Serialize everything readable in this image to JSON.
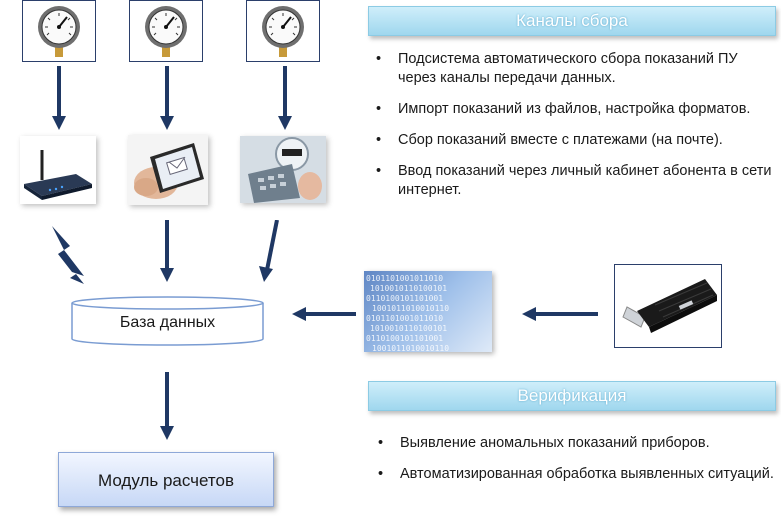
{
  "channels": {
    "header": "Каналы сбора",
    "bullet_symbol": "•",
    "items": [
      "Подсистема автоматического сбора показаний ПУ через каналы передачи данных.",
      "Импорт показаний из файлов, настройка форматов.",
      "Сбор показаний вместе с платежами (на почте).",
      "Ввод показаний через личный кабинет абонента в сети интернет."
    ]
  },
  "database": {
    "label": "База данных"
  },
  "module": {
    "label": "Модуль расчетов"
  },
  "verification": {
    "header": "Верификация",
    "items": [
      "Выявление аномальных показаний приборов.",
      "Автоматизированная обработка выявленных ситуаций."
    ]
  },
  "colors": {
    "arrow": "#1f3864",
    "header_text": "#ffffff",
    "border": "#2b3f6b"
  },
  "icons": [
    "pressure-gauge-icon",
    "router-icon",
    "smartphone-icon",
    "utility-meter-icon",
    "binary-data-icon",
    "usb-flash-drive-icon",
    "lightning-icon"
  ]
}
